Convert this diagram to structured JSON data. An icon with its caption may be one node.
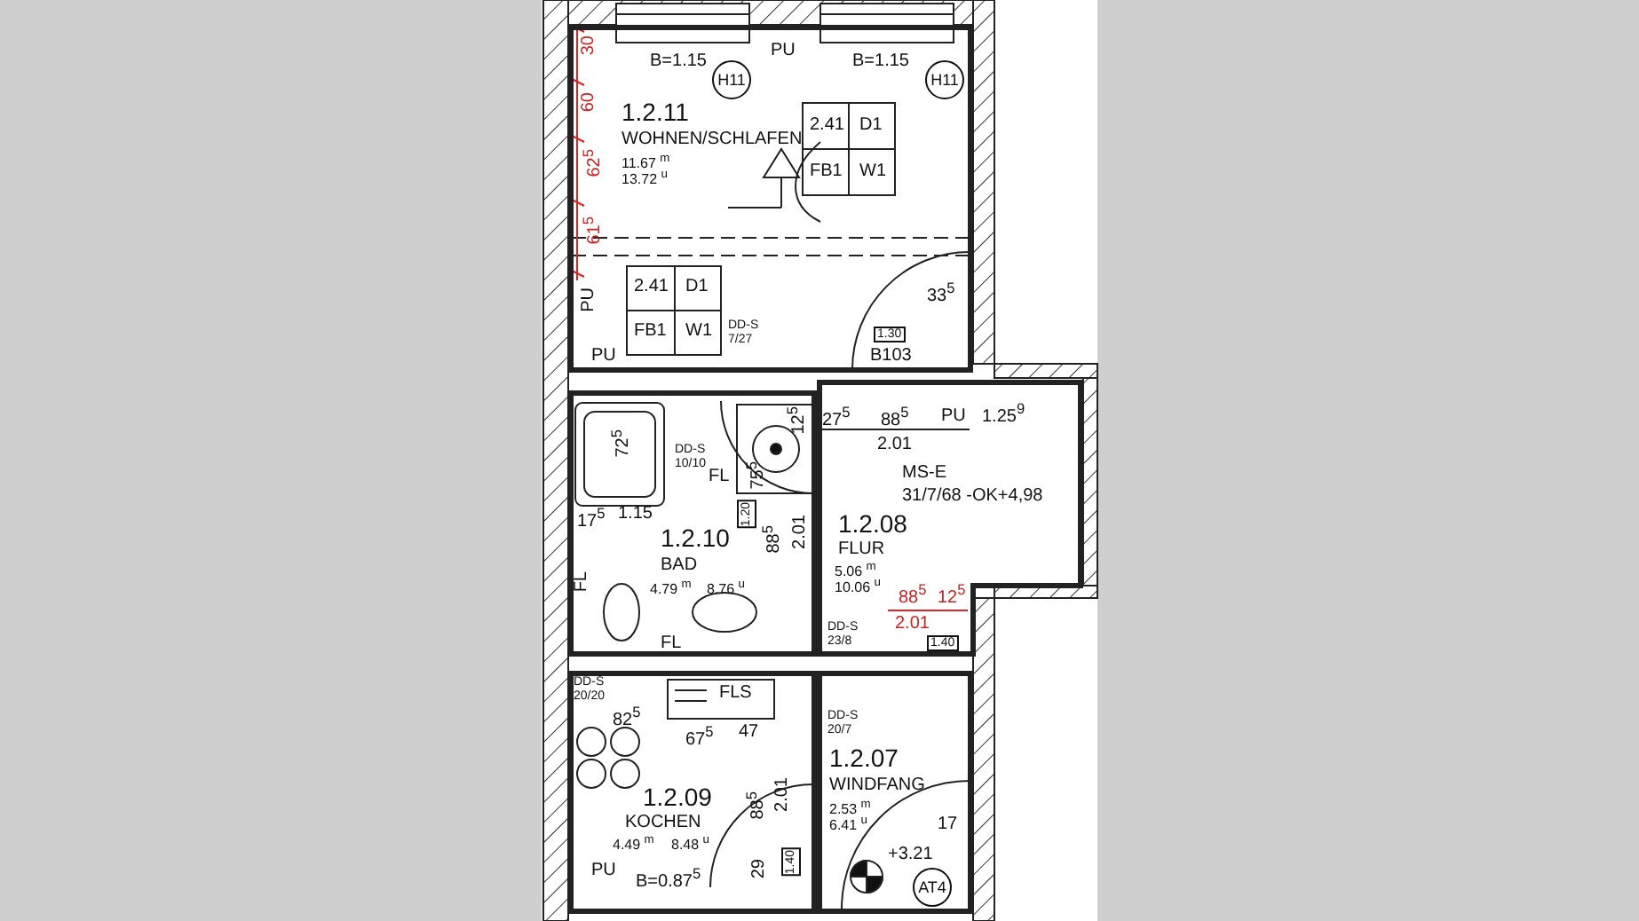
{
  "diagram": {
    "nodes": [
      {
        "text": [
          "1.2.11",
          "WOHNEN/SCHLAFEN",
          "11.67 $^{m}$",
          "13.72 $^{u}$"
        ]
      },
      {
        "text": [
          "H11"
        ],
        "in": 0
      },
      {
        "text": [
          "H11"
        ],
        "in": 0
      },
      {
        "text": [
          "1.2.10",
          "BAD",
          "4.79 $^{m}$",
          "8.76 $^{u}$"
        ]
      },
      {
        "text": [
          "1.2.08",
          "FLUR",
          "5.06 $^{m}$",
          "10.06 $^{u}$"
        ]
      },
      {
        "text": [
          "1.2.09",
          "KOCHEN",
          "4.49 $^{m}$",
          "8.48 $^{u}$"
        ]
      },
      {
        "text": [
          "1.2.07",
          "WINDFANG",
          "2.53 $^{m}$",
          "6.41 $^{u}$"
        ]
      },
      {
        "text": [
          "AT4"
        ],
        "in": 6
      }
    ],
    "labels": [
      "30",
      "60",
      "62$^{5}$",
      "61$^{5}$",
      "B=1.15",
      "PU",
      "B=1.15",
      "2.41",
      "D1",
      "FB1",
      "W1",
      "2.41",
      "D1",
      "FB1",
      "W1",
      "PU",
      "PU",
      "DD-S 7/27",
      "33$^{5}$",
      "1.30",
      "B103",
      "FL",
      "27$^{5}$",
      "88$^{5}$",
      "PU",
      "1.25$^{9}$",
      "2.01",
      "MS-E",
      "31/7/68 -OK+4,98",
      "72$^{5}$",
      "12$^{5}$",
      "75$^{5}$",
      "DD-S 10/10",
      "17$^{5}$",
      "1.15",
      "1.20",
      "88$^{5}$",
      "2.01",
      "FL",
      "FL",
      "88$^{5}$",
      "12$^{5}$",
      "2.01",
      "DD-S 23/8",
      "1.40",
      "DD-S 20/20",
      "FLS",
      "82$^{5}$",
      "67$^{5}$",
      "47",
      "DD-S 20/7",
      "88$^{5}$",
      "2.01",
      "1.40",
      "B=0.87$^{5}$",
      "PU",
      "29",
      "17",
      "+3.21"
    ]
  }
}
